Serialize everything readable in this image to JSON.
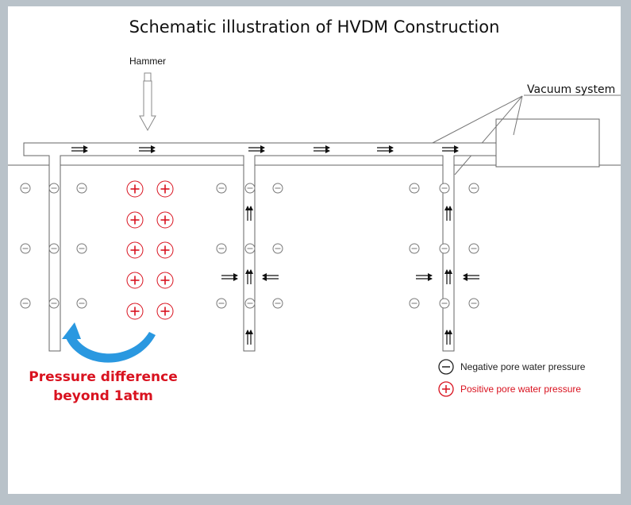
{
  "title": "Schematic illustration of HVDM Construction",
  "labels": {
    "hammer": "Hammer",
    "vacuum_system": "Vacuum system",
    "pressure_difference_line1": "Pressure difference",
    "pressure_difference_line2": "beyond 1atm"
  },
  "legend": {
    "negative": "Negative pore water pressure",
    "positive": "Positive pore water pressure"
  },
  "colors": {
    "positive": "#d9121f",
    "negative": "#555555",
    "curved_arrow": "#2a98e0",
    "line": "#666666"
  }
}
